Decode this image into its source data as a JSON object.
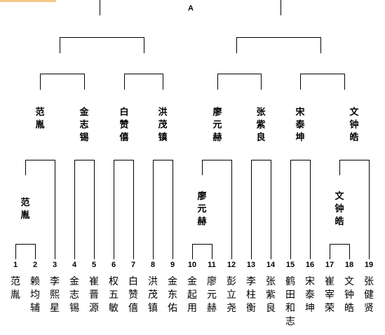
{
  "title": "A",
  "players": [
    {
      "seed": "1",
      "name": "范胤"
    },
    {
      "seed": "2",
      "name": "赖均辅"
    },
    {
      "seed": "3",
      "name": "李熙星"
    },
    {
      "seed": "4",
      "name": "金志锡"
    },
    {
      "seed": "5",
      "name": "崔晋源"
    },
    {
      "seed": "6",
      "name": "权五敏"
    },
    {
      "seed": "7",
      "name": "白赞僖"
    },
    {
      "seed": "8",
      "name": "洪茂镇"
    },
    {
      "seed": "9",
      "name": "金东佑"
    },
    {
      "seed": "10",
      "name": "金起用"
    },
    {
      "seed": "11",
      "name": "廖元赫"
    },
    {
      "seed": "12",
      "name": "彭立尧"
    },
    {
      "seed": "13",
      "name": "李柱衡"
    },
    {
      "seed": "14",
      "name": "张紫良"
    },
    {
      "seed": "15",
      "name": "鹤田和志"
    },
    {
      "seed": "16",
      "name": "宋泰坤"
    },
    {
      "seed": "17",
      "name": "崔宰荣"
    },
    {
      "seed": "18",
      "name": "文钟皓"
    },
    {
      "seed": "19",
      "name": "张健贤"
    }
  ],
  "round1_winners": [
    {
      "name": "范胤"
    },
    {
      "name": "廖元赫"
    },
    {
      "name": "文钟皓"
    }
  ],
  "round2_winners": [
    {
      "name": "范胤"
    },
    {
      "name": "金志锡"
    },
    {
      "name": "白赞僖"
    },
    {
      "name": "洪茂镇"
    },
    {
      "name": "廖元赫"
    },
    {
      "name": "张紫良"
    },
    {
      "name": "宋泰坤"
    },
    {
      "name": "文钟皓"
    }
  ]
}
